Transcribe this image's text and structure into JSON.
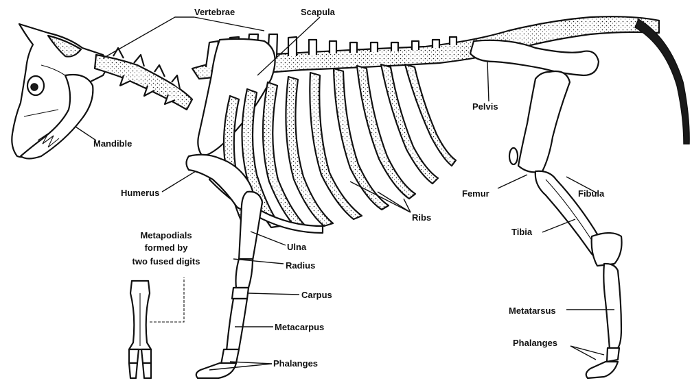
{
  "labels": {
    "vertebrae": "Vertebrae",
    "scapula": "Scapula",
    "pelvis": "Pelvis",
    "mandible": "Mandible",
    "humerus": "Humerus",
    "femur": "Femur",
    "fibula": "Fibula",
    "ribs": "Ribs",
    "tibia": "Tibia",
    "metapodials_1": "Metapodials",
    "metapodials_2": "formed by",
    "metapodials_3": "two fused digits",
    "ulna": "Ulna",
    "radius": "Radius",
    "carpus": "Carpus",
    "metacarpus": "Metacarpus",
    "phalanges_fore": "Phalanges",
    "metatarsus": "Metatarsus",
    "phalanges_hind": "Phalanges"
  }
}
